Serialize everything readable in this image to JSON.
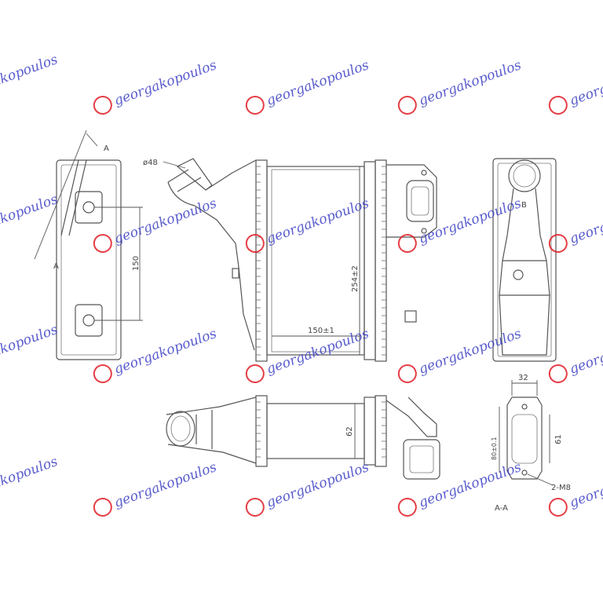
{
  "labels": {
    "section_mark_top": "A",
    "section_mark_bottom": "A",
    "inlet_diameter": "ø48",
    "height_left": "150",
    "core_height": "254±2",
    "core_width": "150±1",
    "core_depth": "62",
    "flange_width": "32",
    "flange_height": "61",
    "flange_hole_pitch": "80±0.1",
    "mount_bolts": "2-M8",
    "section_label": "A-A",
    "detail_b": "B"
  },
  "watermark": {
    "text": "georgakopoulos",
    "brand_color": "#3b3fc4",
    "logo_color": "#e01b24"
  }
}
